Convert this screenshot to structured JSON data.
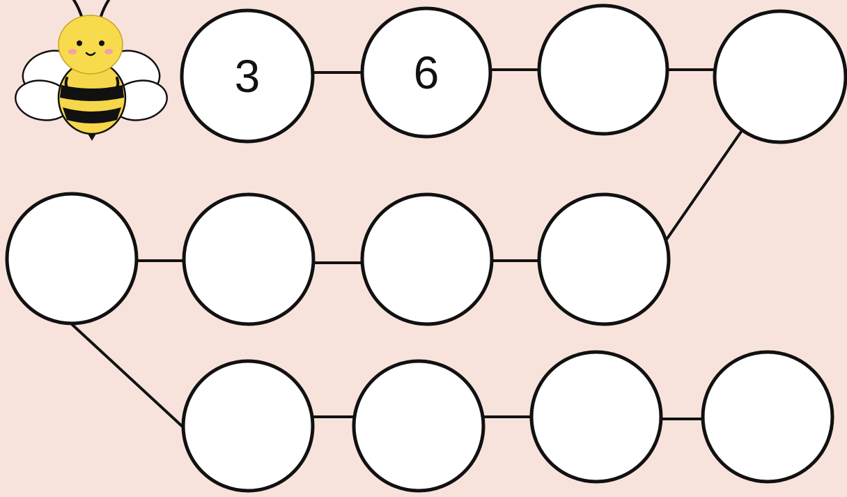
{
  "worksheet": {
    "background_color": "#f8e3dc",
    "circle_fill": "#ffffff",
    "outline_color": "#111111",
    "mascot_icon": "bee-icon",
    "circles": [
      {
        "id": 1,
        "value": "3"
      },
      {
        "id": 2,
        "value": "6"
      },
      {
        "id": 3,
        "value": ""
      },
      {
        "id": 4,
        "value": ""
      },
      {
        "id": 5,
        "value": ""
      },
      {
        "id": 6,
        "value": ""
      },
      {
        "id": 7,
        "value": ""
      },
      {
        "id": 8,
        "value": ""
      },
      {
        "id": 9,
        "value": ""
      },
      {
        "id": 10,
        "value": ""
      },
      {
        "id": 11,
        "value": ""
      },
      {
        "id": 12,
        "value": ""
      }
    ]
  }
}
